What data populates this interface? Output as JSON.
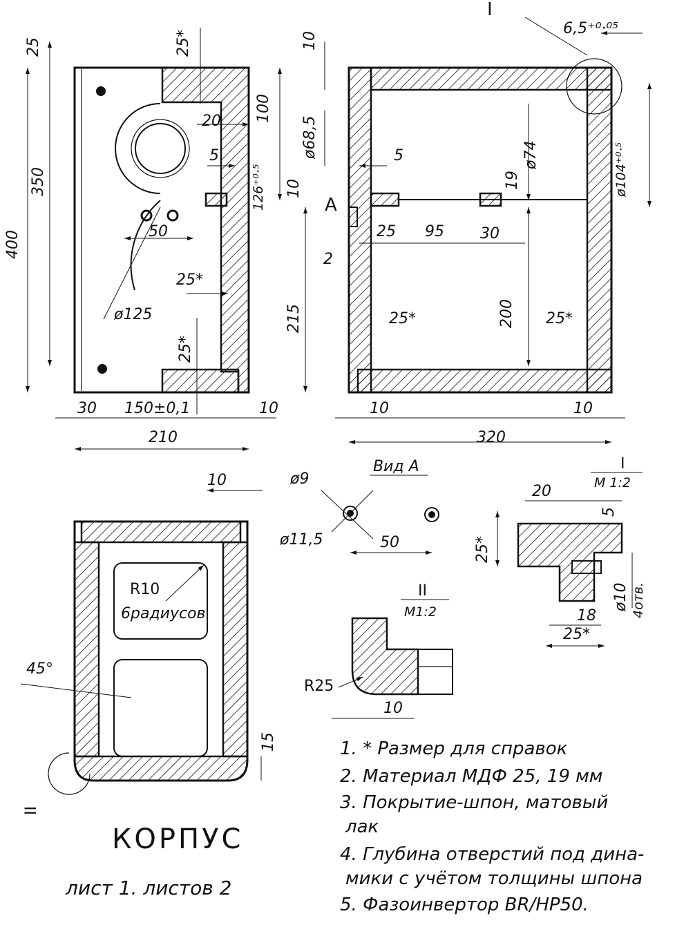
{
  "title": "КОРПУС",
  "sheet_label": "лист 1. листов 2",
  "notes": [
    "1. * Размер для справок",
    "2. Материал МДФ 25, 19 мм",
    "3. Покрытие-шпон, матовый",
    "лак",
    "4. Глубина отверстий под дина-",
    "мики с учётом толщины шпона",
    "5. Фазоинвертор BR/HP50."
  ],
  "front_view": {
    "dims": {
      "d25_top": "25",
      "d25s_top": "25*",
      "d100": "100",
      "d20": "20",
      "d5": "5",
      "d126": "126⁺⁰·⁵",
      "d350": "350",
      "d400": "400",
      "d50": "50",
      "d25s_mid": "25*",
      "d125": "ø125",
      "d25s_low": "25*",
      "d215": "215",
      "d30": "30",
      "d150": "150±0,1",
      "d10": "10",
      "d210": "210"
    }
  },
  "side_view": {
    "dims": {
      "d10": "10",
      "d68": "ø68,5",
      "d5": "5",
      "d10b": "10",
      "marker_a": "A",
      "d2": "2",
      "d25": "25",
      "d95": "95",
      "d30": "30",
      "d19": "19",
      "d74": "ø74",
      "d200": "200",
      "d25s_l": "25*",
      "d25s_r": "25*",
      "d10_l": "10",
      "d10_r": "10",
      "d320": "320",
      "d104": "ø104⁺⁰·⁵",
      "d65": "6,5⁺⁰·⁰⁵",
      "callout_i": "I"
    }
  },
  "view_a": {
    "title": "Вид A",
    "dims": {
      "d9": "ø9",
      "d115": "ø11,5",
      "d50": "50"
    }
  },
  "top_view": {
    "dims": {
      "d10": "10",
      "r10": "R10",
      "r10_note": "6радиусов",
      "angle": "45°",
      "d15": "15",
      "callout_ii": "II"
    }
  },
  "detail_i": {
    "title": "I",
    "scale": "M 1:2",
    "dims": {
      "d20": "20",
      "d5": "5",
      "d25s": "25*",
      "d10": "ø10",
      "d10_note": "4отв.",
      "d18": "18",
      "d25s_b": "25*"
    }
  },
  "detail_ii": {
    "title": "II",
    "scale": "M1:2",
    "dims": {
      "r25": "R25",
      "d10": "10"
    }
  }
}
